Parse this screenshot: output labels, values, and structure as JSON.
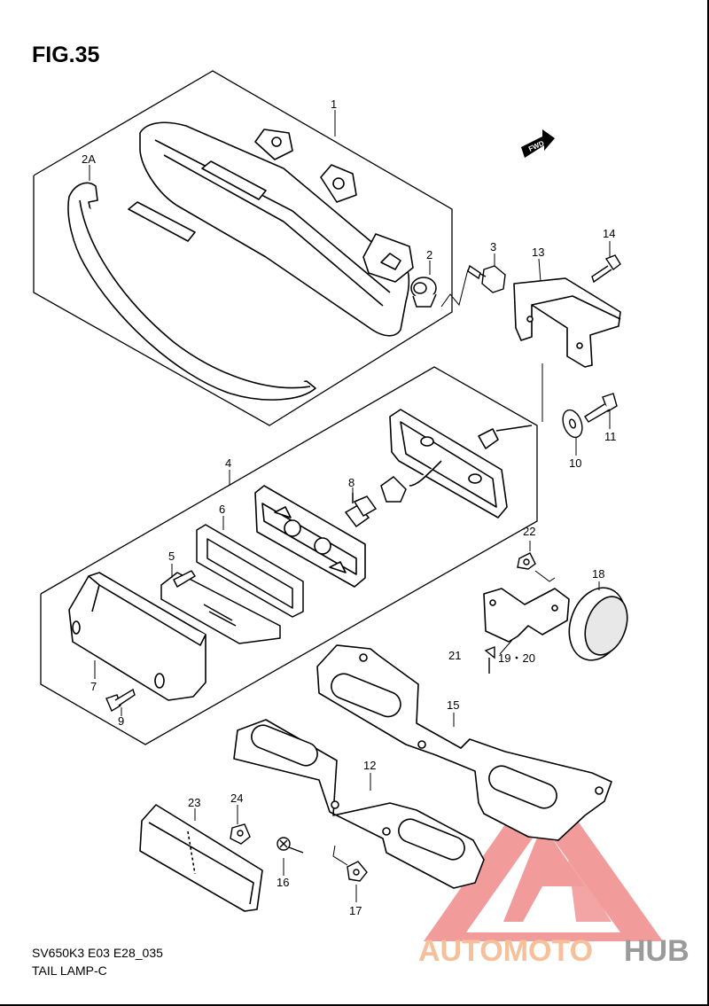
{
  "figure": {
    "title": "FIG.35",
    "model_code": "SV650K3 E03 E28_035",
    "section_name": "TAIL LAMP-C"
  },
  "fwd_label": "FWD",
  "watermark": {
    "brand_part1": "AUTOMOTO",
    "brand_part2": "HUB",
    "colors": {
      "part1": "#F5C09A",
      "part2": "#9A9A9A",
      "logo": "#F08A8A"
    }
  },
  "callouts": {
    "c1": "1",
    "c2A": "2A",
    "c2": "2",
    "c3": "3",
    "c4": "4",
    "c5": "5",
    "c6": "6",
    "c7": "7",
    "c8": "8",
    "c9": "9",
    "c10": "10",
    "c11": "11",
    "c12": "12",
    "c13": "13",
    "c14": "14",
    "c15": "15",
    "c16": "16",
    "c17": "17",
    "c18": "18",
    "c19_20": "19・20",
    "c21": "21",
    "c22": "22",
    "c23": "23",
    "c24": "24"
  }
}
